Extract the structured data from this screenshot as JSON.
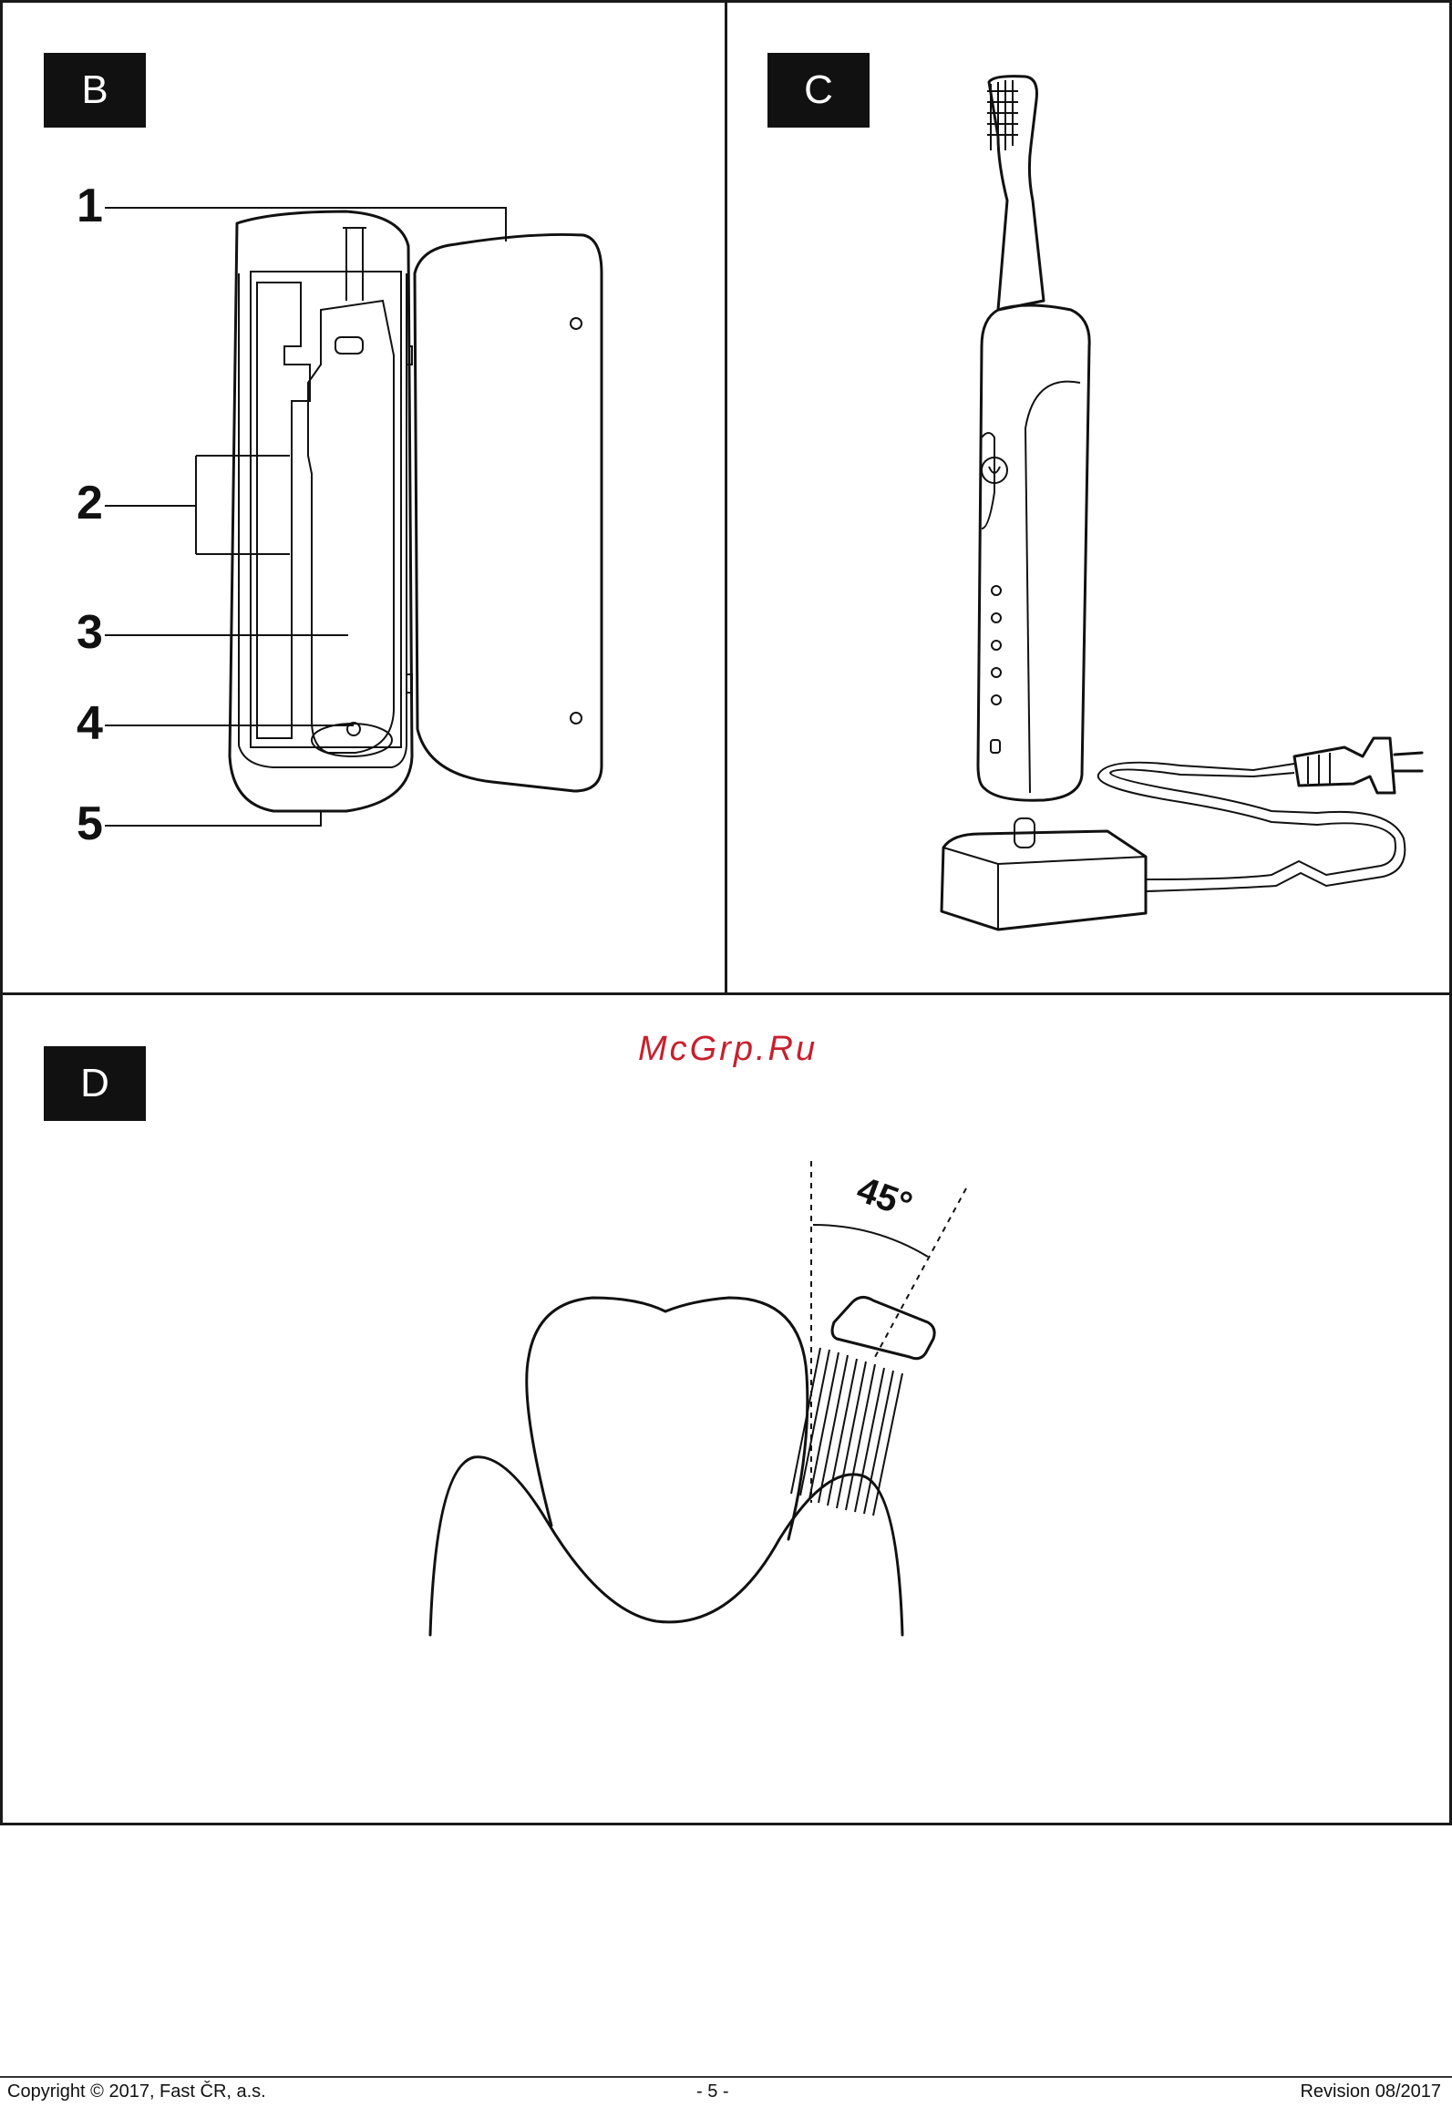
{
  "panels": {
    "b": {
      "label": "B",
      "callouts": [
        "1",
        "2",
        "3",
        "4",
        "5"
      ]
    },
    "c": {
      "label": "C"
    },
    "d": {
      "label": "D",
      "angle_label": "45°"
    }
  },
  "watermark": "McGrp.Ru",
  "footer": {
    "copyright": "Copyright © 2017, Fast ČR, a.s.",
    "page": "- 5 -",
    "revision": "Revision 08/2017"
  }
}
